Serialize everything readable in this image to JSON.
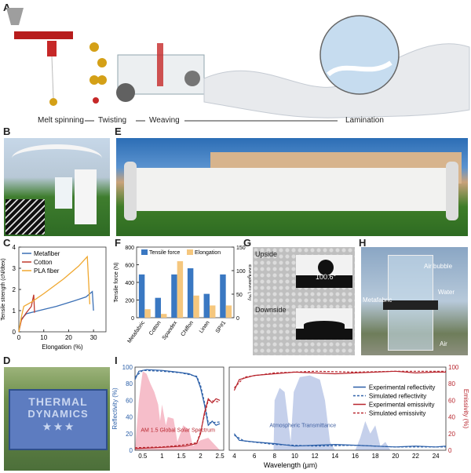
{
  "panels": {
    "A": {
      "label": "A",
      "steps": [
        "Melt spinning",
        "Twisting",
        "Weaving",
        "Lamination"
      ]
    },
    "B": {
      "label": "B"
    },
    "E": {
      "label": "E"
    },
    "C": {
      "label": "C"
    },
    "F": {
      "label": "F"
    },
    "G": {
      "label": "G",
      "upside": "Upside",
      "downside": "Downside",
      "angle": "100.6°"
    },
    "H": {
      "label": "H",
      "air_bubble": "Air bubble",
      "water": "Water",
      "metafabric": "Metafabric",
      "air": "Air"
    },
    "D": {
      "label": "D",
      "banner_line1": "THERMAL",
      "banner_line2": "DYNAMICS",
      "stars": "★ ★ ★"
    },
    "I": {
      "label": "I"
    }
  },
  "chart_data": [
    {
      "type": "line",
      "panel": "C",
      "xlabel": "Elongation (%)",
      "ylabel": "Tensile strength (cN/dtex)",
      "xlim": [
        0,
        35
      ],
      "ylim": [
        0,
        4
      ],
      "xticks": [
        0,
        10,
        20,
        30
      ],
      "yticks": [
        0,
        1,
        2,
        3,
        4
      ],
      "series": [
        {
          "name": "Metafiber",
          "color": "#3a6fb5",
          "points": [
            [
              0,
              0
            ],
            [
              1,
              0.6
            ],
            [
              3,
              0.85
            ],
            [
              8,
              1.0
            ],
            [
              15,
              1.2
            ],
            [
              22,
              1.45
            ],
            [
              27,
              1.65
            ],
            [
              29.5,
              1.9
            ],
            [
              30,
              1.0
            ]
          ]
        },
        {
          "name": "Cotton",
          "color": "#c0392b",
          "points": [
            [
              0,
              0
            ],
            [
              1,
              0.55
            ],
            [
              3,
              0.9
            ],
            [
              5,
              1.2
            ],
            [
              6,
              1.75
            ],
            [
              6.3,
              0.9
            ]
          ]
        },
        {
          "name": "PLA fiber",
          "color": "#f0a830",
          "points": [
            [
              0,
              0
            ],
            [
              1,
              0.7
            ],
            [
              2,
              1.2
            ],
            [
              5,
              1.4
            ],
            [
              10,
              1.8
            ],
            [
              18,
              2.5
            ],
            [
              24,
              3.1
            ],
            [
              27.5,
              3.55
            ],
            [
              28.5,
              1.3
            ]
          ]
        }
      ]
    },
    {
      "type": "bar",
      "panel": "F",
      "categories": [
        "Metafabric",
        "Cotton",
        "Spandex",
        "Chiffon",
        "Linen",
        "SP#1"
      ],
      "ylabel": "Tensile force (N)",
      "y2label": "Elongation (%)",
      "ylim": [
        0,
        800
      ],
      "y2lim": [
        0,
        150
      ],
      "yticks": [
        0,
        200,
        400,
        600,
        800
      ],
      "y2ticks": [
        0,
        50,
        100,
        150
      ],
      "series": [
        {
          "name": "Tensile force",
          "color": "#3a78c2",
          "axis": "left",
          "values": [
            490,
            225,
            490,
            560,
            270,
            490
          ]
        },
        {
          "name": "Elongation",
          "color": "#f5c77e",
          "axis": "right",
          "values": [
            18,
            8,
            120,
            47,
            26,
            26
          ]
        }
      ]
    },
    {
      "type": "line",
      "panel": "I",
      "xlabel": "Wavelength (µm)",
      "ylabel": "Reflectivity (%)",
      "y2label": "Emissivity (%)",
      "ylim": [
        0,
        100
      ],
      "yticks": [
        0,
        20,
        40,
        60,
        80,
        100
      ],
      "xticks_left": [
        0.5,
        1,
        1.5,
        2,
        2.5
      ],
      "xticks_right": [
        4,
        6,
        8,
        10,
        12,
        14,
        16,
        18,
        20,
        22,
        24
      ],
      "annotations": [
        "AM 1.5 Global Solar Spectrum",
        "Atmospheric Transmittance"
      ],
      "series": [
        {
          "name": "Experimental reflectivity",
          "color": "#2b5fa8",
          "dash": false,
          "segment_left": [
            [
              0.3,
              85
            ],
            [
              0.4,
              95
            ],
            [
              0.6,
              97
            ],
            [
              1.0,
              96
            ],
            [
              1.4,
              94
            ],
            [
              1.7,
              92
            ],
            [
              1.9,
              88
            ],
            [
              2.0,
              75
            ],
            [
              2.1,
              55
            ],
            [
              2.2,
              30
            ],
            [
              2.3,
              35
            ],
            [
              2.4,
              30
            ],
            [
              2.5,
              32
            ]
          ],
          "segment_right": [
            [
              4,
              20
            ],
            [
              4.5,
              12
            ],
            [
              6,
              10
            ],
            [
              8,
              8
            ],
            [
              10,
              5
            ],
            [
              12,
              6
            ],
            [
              14,
              7
            ],
            [
              16,
              6
            ],
            [
              18,
              5
            ],
            [
              20,
              4
            ],
            [
              22,
              5
            ],
            [
              24,
              4
            ],
            [
              25,
              5
            ]
          ]
        },
        {
          "name": "Simulated reflectivity",
          "color": "#2b5fa8",
          "dash": true,
          "segment_left": [
            [
              0.3,
              88
            ],
            [
              0.5,
              96
            ],
            [
              1.0,
              95
            ],
            [
              1.5,
              93
            ],
            [
              1.9,
              89
            ],
            [
              2.0,
              78
            ],
            [
              2.1,
              58
            ],
            [
              2.2,
              33
            ],
            [
              2.5,
              34
            ]
          ],
          "segment_right": [
            [
              4,
              18
            ],
            [
              5,
              11
            ],
            [
              8,
              7
            ],
            [
              12,
              5
            ],
            [
              16,
              6
            ],
            [
              20,
              4
            ],
            [
              25,
              4
            ]
          ]
        },
        {
          "name": "Experimental emissivity",
          "color": "#b8262e",
          "dash": false,
          "segment_left": [
            [
              0.3,
              2
            ],
            [
              0.8,
              3
            ],
            [
              1.2,
              4
            ],
            [
              1.6,
              5
            ],
            [
              1.9,
              8
            ],
            [
              2.0,
              20
            ],
            [
              2.1,
              45
            ],
            [
              2.2,
              62
            ],
            [
              2.3,
              57
            ],
            [
              2.4,
              62
            ],
            [
              2.5,
              60
            ]
          ],
          "segment_right": [
            [
              4,
              72
            ],
            [
              4.5,
              85
            ],
            [
              6,
              90
            ],
            [
              8,
              92
            ],
            [
              10,
              94
            ],
            [
              12,
              93
            ],
            [
              14,
              92
            ],
            [
              16,
              93
            ],
            [
              18,
              94
            ],
            [
              20,
              95
            ],
            [
              22,
              93
            ],
            [
              24,
              94
            ],
            [
              25,
              94
            ]
          ]
        },
        {
          "name": "Simulated emissivity",
          "color": "#b8262e",
          "dash": true,
          "segment_left": [
            [
              0.3,
              3
            ],
            [
              1.0,
              4
            ],
            [
              1.5,
              6
            ],
            [
              1.9,
              9
            ],
            [
              2.0,
              22
            ],
            [
              2.1,
              42
            ],
            [
              2.2,
              60
            ],
            [
              2.5,
              58
            ]
          ],
          "segment_right": [
            [
              4,
              75
            ],
            [
              5,
              88
            ],
            [
              8,
              93
            ],
            [
              12,
              95
            ],
            [
              16,
              94
            ],
            [
              20,
              95
            ],
            [
              25,
              95
            ]
          ]
        }
      ]
    }
  ]
}
